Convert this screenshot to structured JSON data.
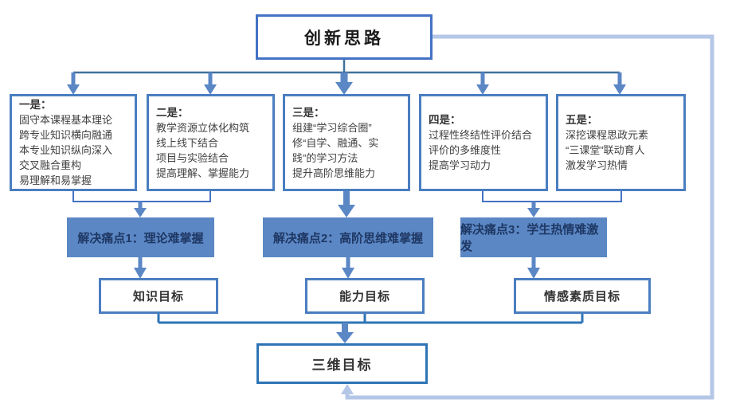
{
  "title": "创新思路",
  "strategy_boxes": [
    {
      "heading": "一是：",
      "lines": [
        "固守本课程基本理论",
        "跨专业知识横向融通",
        "本专业知识纵向深入",
        "交叉融合重构",
        "易理解和易掌握"
      ]
    },
    {
      "heading": "二是：",
      "lines": [
        "教学资源立体化构筑",
        "线上线下结合",
        "项目与实验结合",
        "提高理解、掌握能力"
      ]
    },
    {
      "heading": "三是：",
      "lines": [
        "组建“学习综合圈”",
        "修“自学、融通、实",
        "践”的学习方法",
        "提升高阶思维能力"
      ]
    },
    {
      "heading": "四是：",
      "lines": [
        "过程性终结性评价结合",
        "评价的多维度性",
        "提高学习动力"
      ]
    },
    {
      "heading": "五是：",
      "lines": [
        "深挖课程思政元素",
        "“三课堂”联动育人",
        "激发学习热情"
      ]
    }
  ],
  "pain_points": [
    {
      "label": "解决痛点1：理论难掌握"
    },
    {
      "label": "解决痛点2：高阶思维难掌握"
    },
    {
      "label": "解决痛点3：学生热情难激发"
    }
  ],
  "goals": [
    {
      "label": "知识目标"
    },
    {
      "label": "能力目标"
    },
    {
      "label": "情感素质目标"
    }
  ],
  "final_goal": "三维目标",
  "colors": {
    "box_border": "#4a7ec0",
    "title_border": "#4472c4",
    "final_border": "#2e74b5",
    "arrow": "#5b87c5",
    "connector": "#41719c",
    "bracket": "#4472c4",
    "goal_bracket": "#2e74b5",
    "pain_fill": "#5b87c5",
    "pain_text": "#1f3864",
    "feedback_line": "#b4c7e7"
  }
}
